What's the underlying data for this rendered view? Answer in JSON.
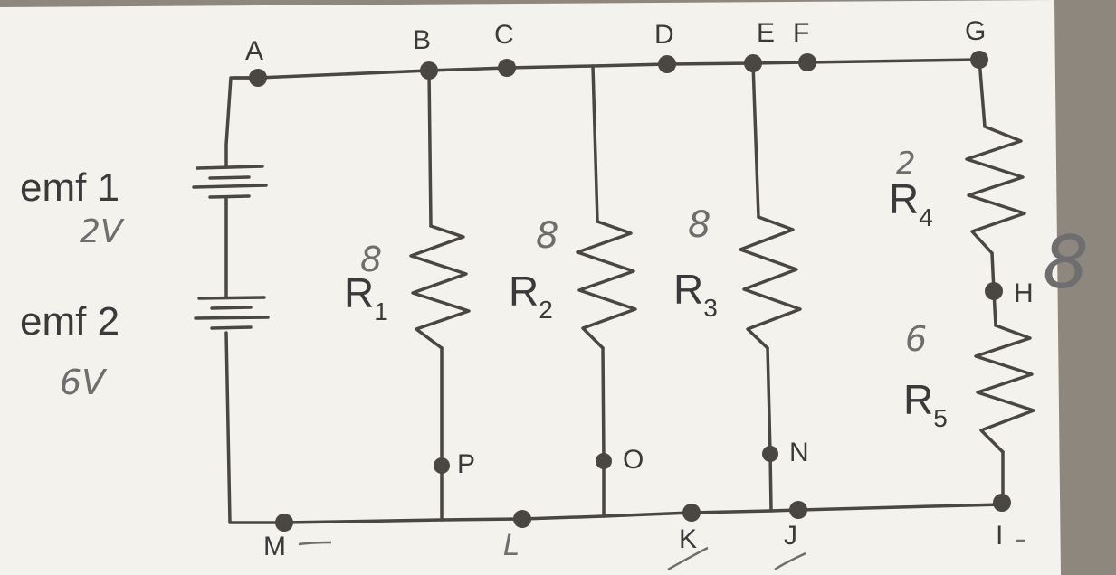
{
  "components": {
    "emf1": {
      "label": "emf 1",
      "note": "2V"
    },
    "emf2": {
      "label": "emf 2",
      "note": "6V"
    },
    "r1": {
      "label": "R",
      "sub": "1",
      "note": "8"
    },
    "r2": {
      "label": "R",
      "sub": "2",
      "note": "8"
    },
    "r3": {
      "label": "R",
      "sub": "3",
      "note": "8"
    },
    "r4": {
      "label": "R",
      "sub": "4",
      "note": "2"
    },
    "r5": {
      "label": "R",
      "sub": "5",
      "note": "6"
    },
    "r45_note": "8"
  },
  "nodes": {
    "A": "A",
    "B": "B",
    "C": "C",
    "D": "D",
    "E": "E",
    "F": "F",
    "G": "G",
    "H": "H",
    "I": "I",
    "J": "J",
    "K": "K",
    "L": "L",
    "M": "M",
    "N": "N",
    "O": "O",
    "P": "P"
  },
  "colors": {
    "paper": "#f4f3ee",
    "ink": "#4a4642",
    "pencil": "#6e6e6e",
    "background": "#8e877e"
  }
}
